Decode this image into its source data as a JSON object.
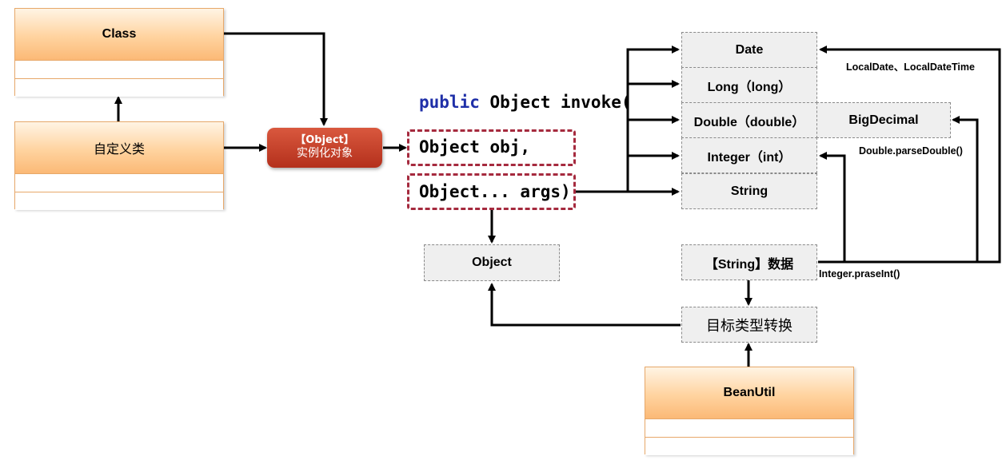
{
  "class_box": {
    "title": "Class"
  },
  "custom_class_box": {
    "title": "自定义类"
  },
  "beanutil_box": {
    "title": "BeanUtil"
  },
  "instantiate_button": {
    "line1": "【Object】",
    "line2": "实例化对象"
  },
  "code": {
    "keyword": "public",
    "signature": " Object invoke(",
    "param1": "Object obj,",
    "param2": "Object... args)"
  },
  "object_box": {
    "label": "Object"
  },
  "types": [
    {
      "label": "Date"
    },
    {
      "label": "Long（long）"
    },
    {
      "label": "Double（double）"
    },
    {
      "label": "Integer（int）"
    },
    {
      "label": "String"
    }
  ],
  "bigdecimal_box": {
    "label": "BigDecimal"
  },
  "string_data_box": {
    "label": "【String】数据"
  },
  "target_convert_box": {
    "label": "目标类型转换"
  },
  "notes": {
    "localdate": "LocalDate、LocalDateTime",
    "parse_double": "Double.parseDouble()",
    "parse_int": "Integer.praseInt()"
  }
}
